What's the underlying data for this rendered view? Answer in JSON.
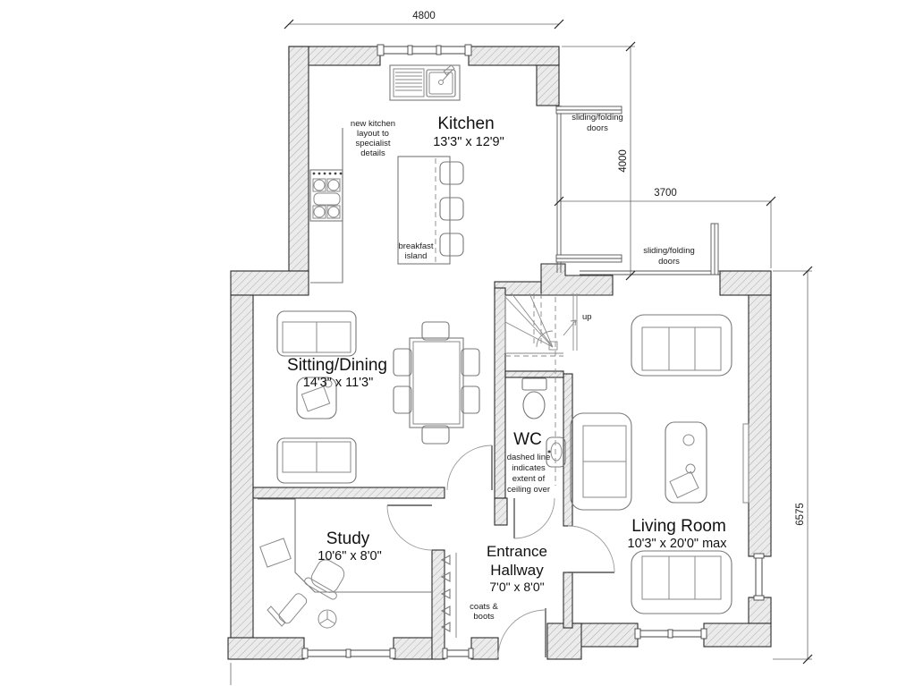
{
  "rooms": {
    "kitchen": {
      "name": "Kitchen",
      "dims": "13'3\" x 12'9\""
    },
    "sitting_dining": {
      "name": "Sitting/Dining",
      "dims": "14'3\" x 11'3\""
    },
    "wc": {
      "name": "WC"
    },
    "living_room": {
      "name": "Living Room",
      "dims": "10'3\" x 20'0\" max"
    },
    "study": {
      "name": "Study",
      "dims": "10'6\" x 8'0\""
    },
    "hallway": {
      "line1": "Entrance",
      "line2": "Hallway",
      "dims": "7'0\" x 8'0\""
    }
  },
  "annotations": {
    "kitchen_note": {
      "l1": "new kitchen",
      "l2": "layout to",
      "l3": "specialist",
      "l4": "details"
    },
    "breakfast_island": {
      "l1": "breakfast",
      "l2": "island"
    },
    "sliding_doors": {
      "l1": "sliding/folding",
      "l2": "doors"
    },
    "stairs_up": "up",
    "ceiling_note": {
      "l1": "dashed line",
      "l2": "indicates",
      "l3": "extent of",
      "l4": "ceiling over"
    },
    "coats": {
      "l1": "coats &",
      "l2": "boots"
    }
  },
  "dimensions": {
    "kitchen_width": "4800",
    "patio_depth": "4000",
    "living_width": "3700",
    "side_depth": "6575"
  },
  "colors": {
    "background": "#ffffff",
    "wall_fill": "#ebebeb",
    "hatch_line": "#ababab",
    "ink": "#2a2a2a",
    "furniture_line": "#787878",
    "text": "#111111"
  }
}
